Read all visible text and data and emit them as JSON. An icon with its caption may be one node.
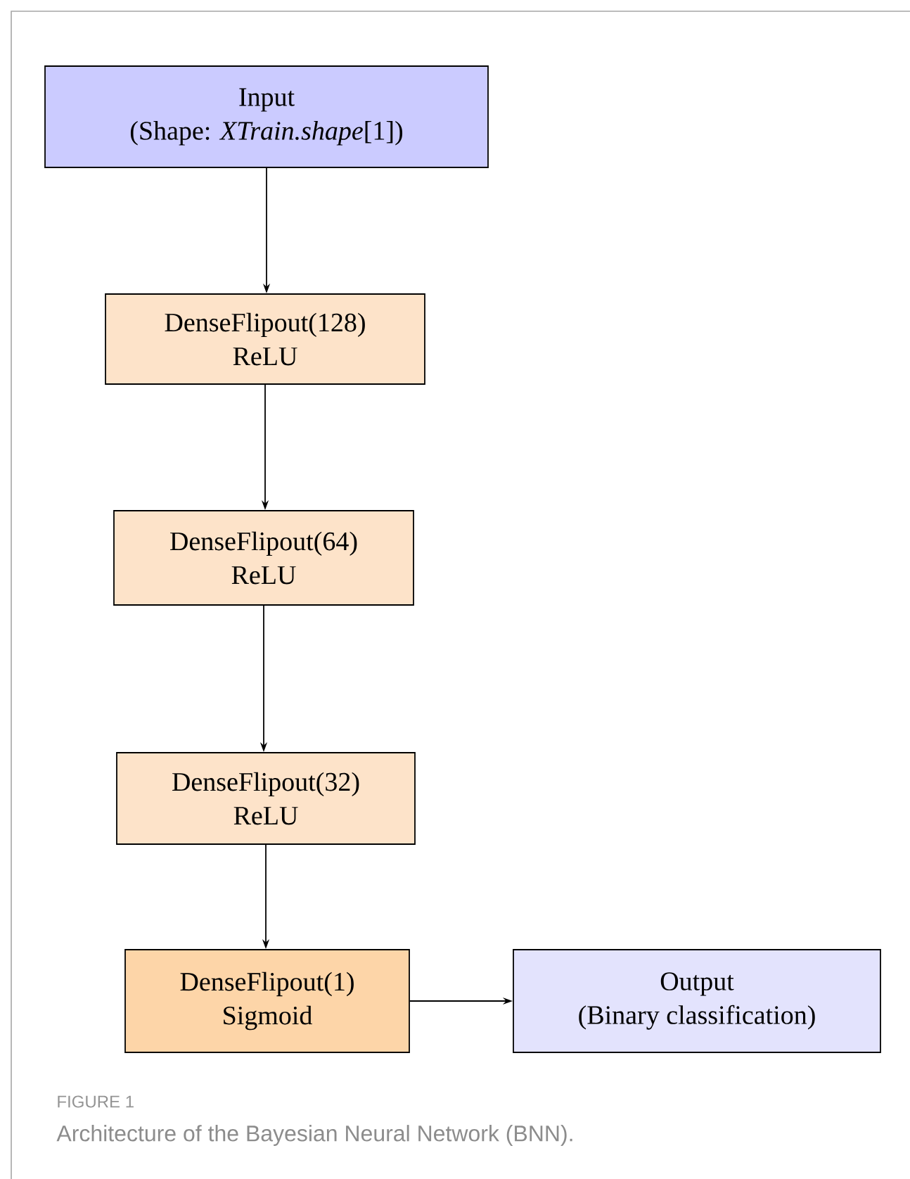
{
  "diagram": {
    "caption": "Architecture of the Bayesian Neural Network (BNN).",
    "nodes": [
      {
        "text": [
          "Input",
          "(Shape: *XTrain.shape*[1])"
        ]
      },
      {
        "text": [
          "DenseFlipout(128)",
          "ReLU"
        ]
      },
      {
        "text": [
          "DenseFlipout(64)",
          "ReLU"
        ]
      },
      {
        "text": [
          "DenseFlipout(32)",
          "ReLU"
        ]
      },
      {
        "text": [
          "DenseFlipout(1)",
          "Sigmoid"
        ]
      },
      {
        "text": [
          "Output",
          "(Binary classification)"
        ]
      }
    ],
    "edges": [
      {
        "from": 0,
        "to": 1,
        "arrow": "to"
      },
      {
        "from": 1,
        "to": 2,
        "arrow": "to"
      },
      {
        "from": 2,
        "to": 3,
        "arrow": "to"
      },
      {
        "from": 3,
        "to": 4,
        "arrow": "to"
      },
      {
        "from": 4,
        "to": 5,
        "arrow": "to"
      }
    ],
    "labels": [
      "FIGURE 1"
    ]
  }
}
